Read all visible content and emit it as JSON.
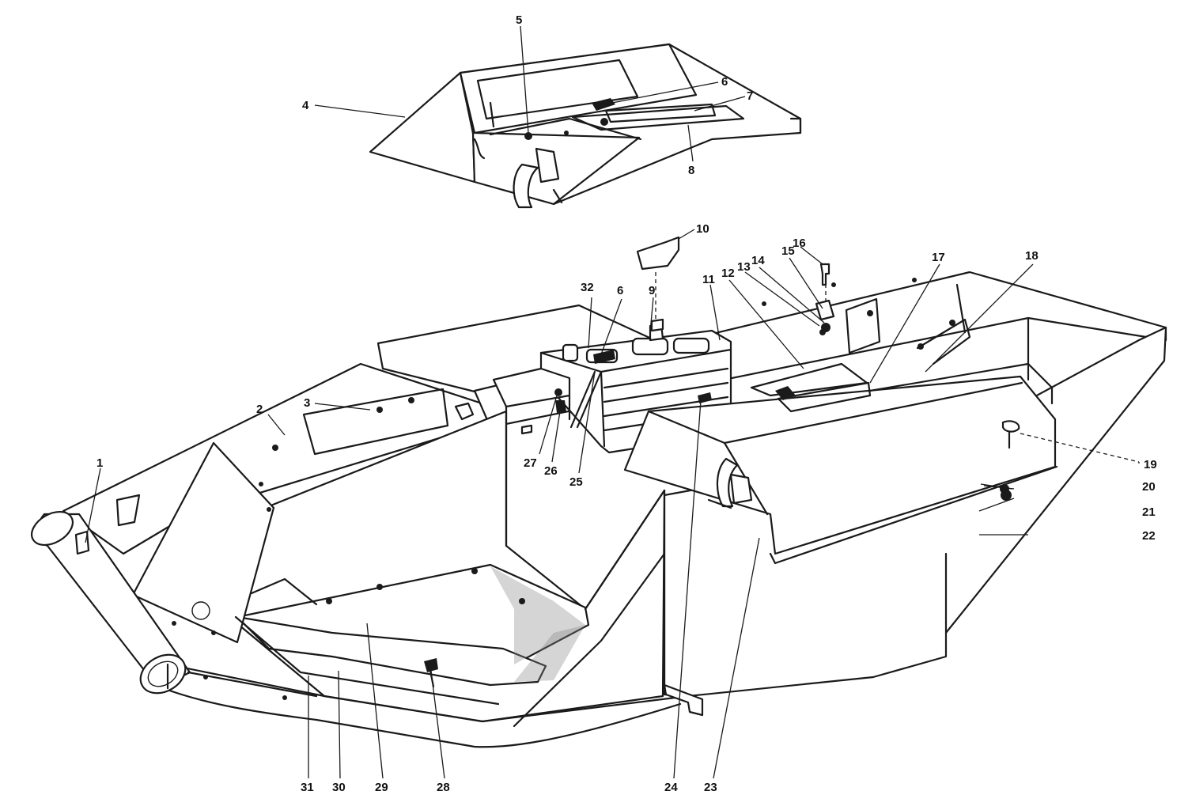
{
  "callouts": {
    "c1": "1",
    "c2": "2",
    "c3": "3",
    "c4": "4",
    "c5": "5",
    "c6a": "6",
    "c6b": "6",
    "c7": "7",
    "c8": "8",
    "c9": "9",
    "c10": "10",
    "c11": "11",
    "c12": "12",
    "c13": "13",
    "c14": "14",
    "c15": "15",
    "c16": "16",
    "c17": "17",
    "c18": "18",
    "c19": "19",
    "c20": "20",
    "c21": "21",
    "c22": "22",
    "c23": "23",
    "c24": "24",
    "c25": "25",
    "c26": "26",
    "c27": "27",
    "c28": "28",
    "c29": "29",
    "c30": "30",
    "c31": "31",
    "c32": "32"
  }
}
